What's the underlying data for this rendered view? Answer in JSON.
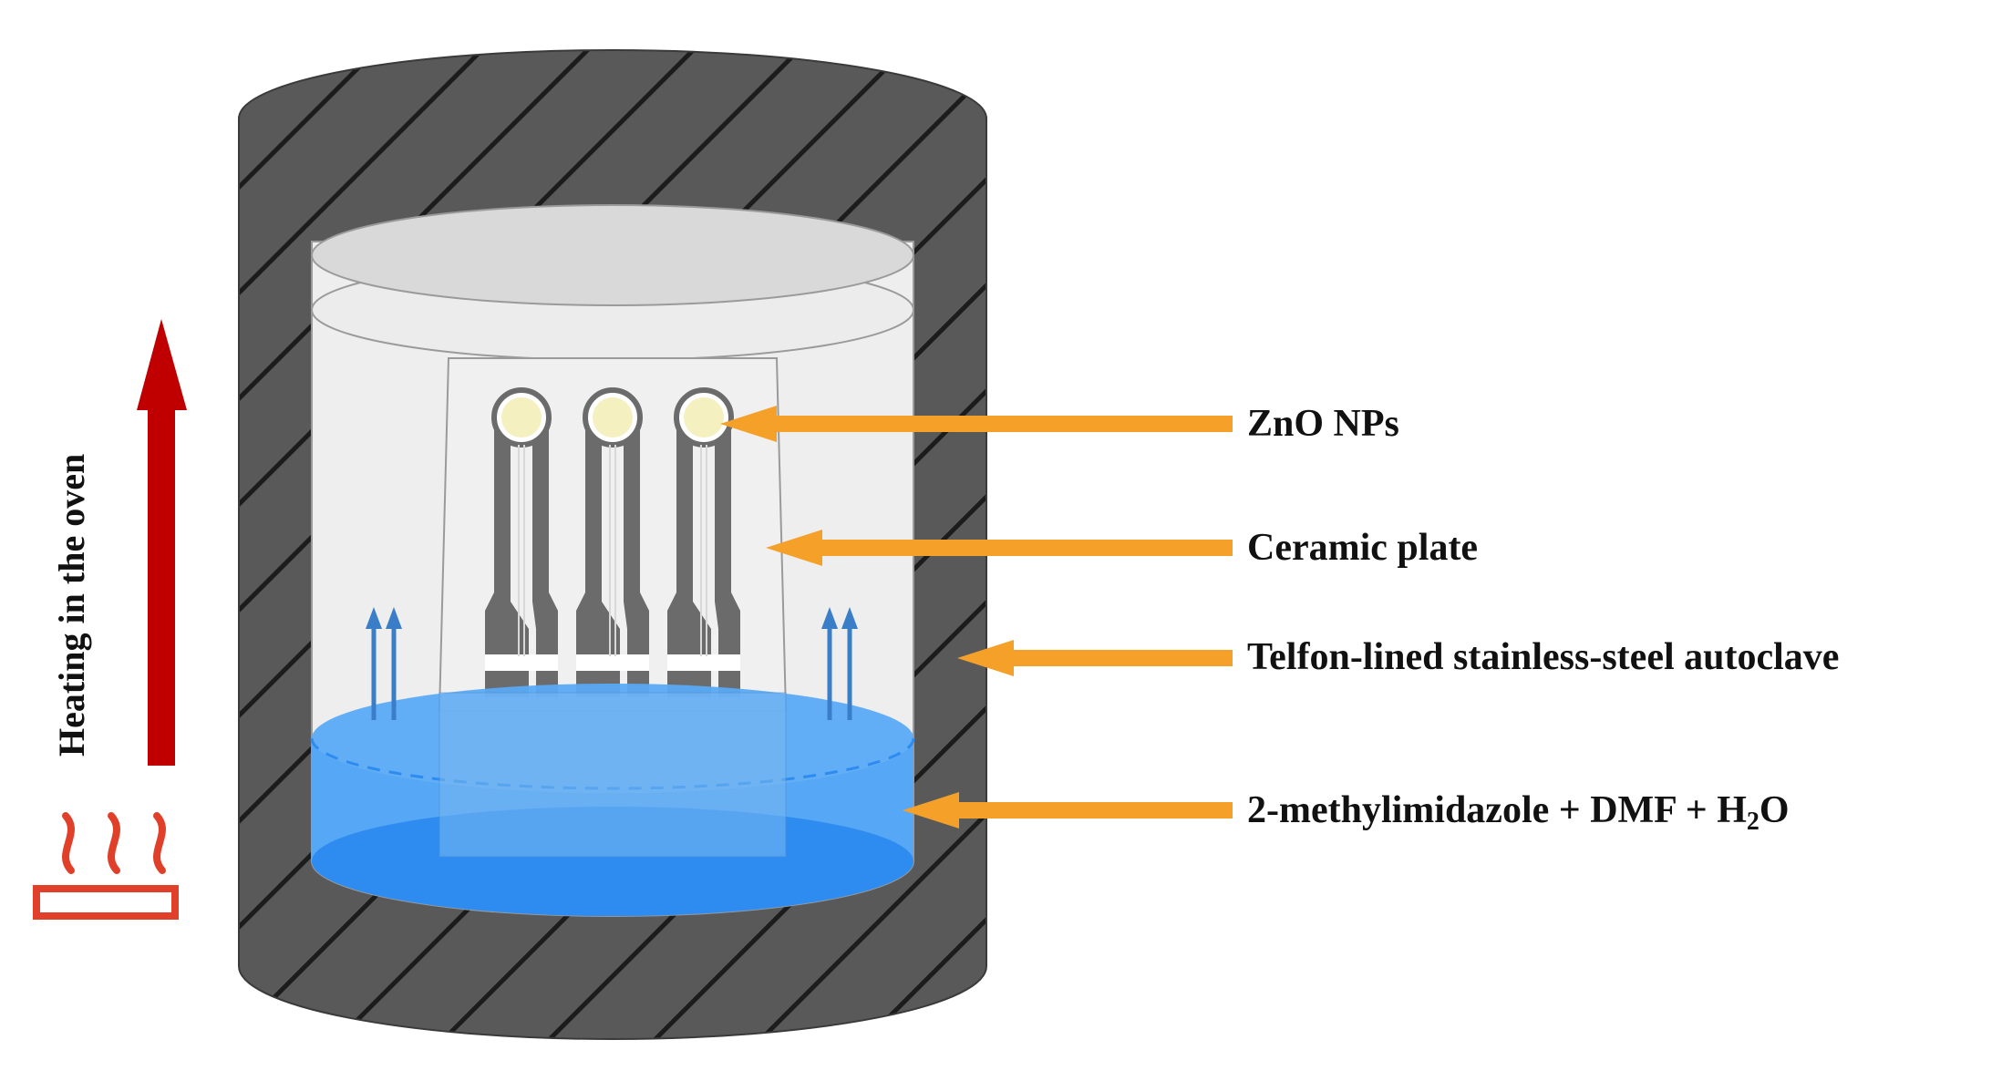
{
  "labels": {
    "zno": "ZnO NPs",
    "ceramic": "Ceramic plate",
    "autoclave": "Telfon-lined stainless-steel autoclave",
    "solution_main": "2-methylimidazole + DMF + H",
    "solution_sub": "2",
    "solution_end": "O",
    "heating": "Heating in the oven"
  },
  "icons": {
    "heater": "heater-icon",
    "heat_arrow": "up-arrow-icon",
    "pointer": "left-arrow-icon",
    "bubble": "vapor-arrow-icon"
  },
  "colors": {
    "steel": "#595959",
    "steel_stripe": "#1c1c1c",
    "liner": "#eeeeee",
    "lid": "#d9d9d9",
    "liquid_light": "#5aaaf5",
    "liquid_dark": "#2e8cf0",
    "plate": "#f0f0f0",
    "electrode": "#6b6b6b",
    "zno_dot": "#f5f0c0",
    "pointer_arrow": "#f5a028",
    "heat_arrow": "#c00000",
    "heater": "#e0402a",
    "vapor_arrow": "#3a7ec8"
  }
}
